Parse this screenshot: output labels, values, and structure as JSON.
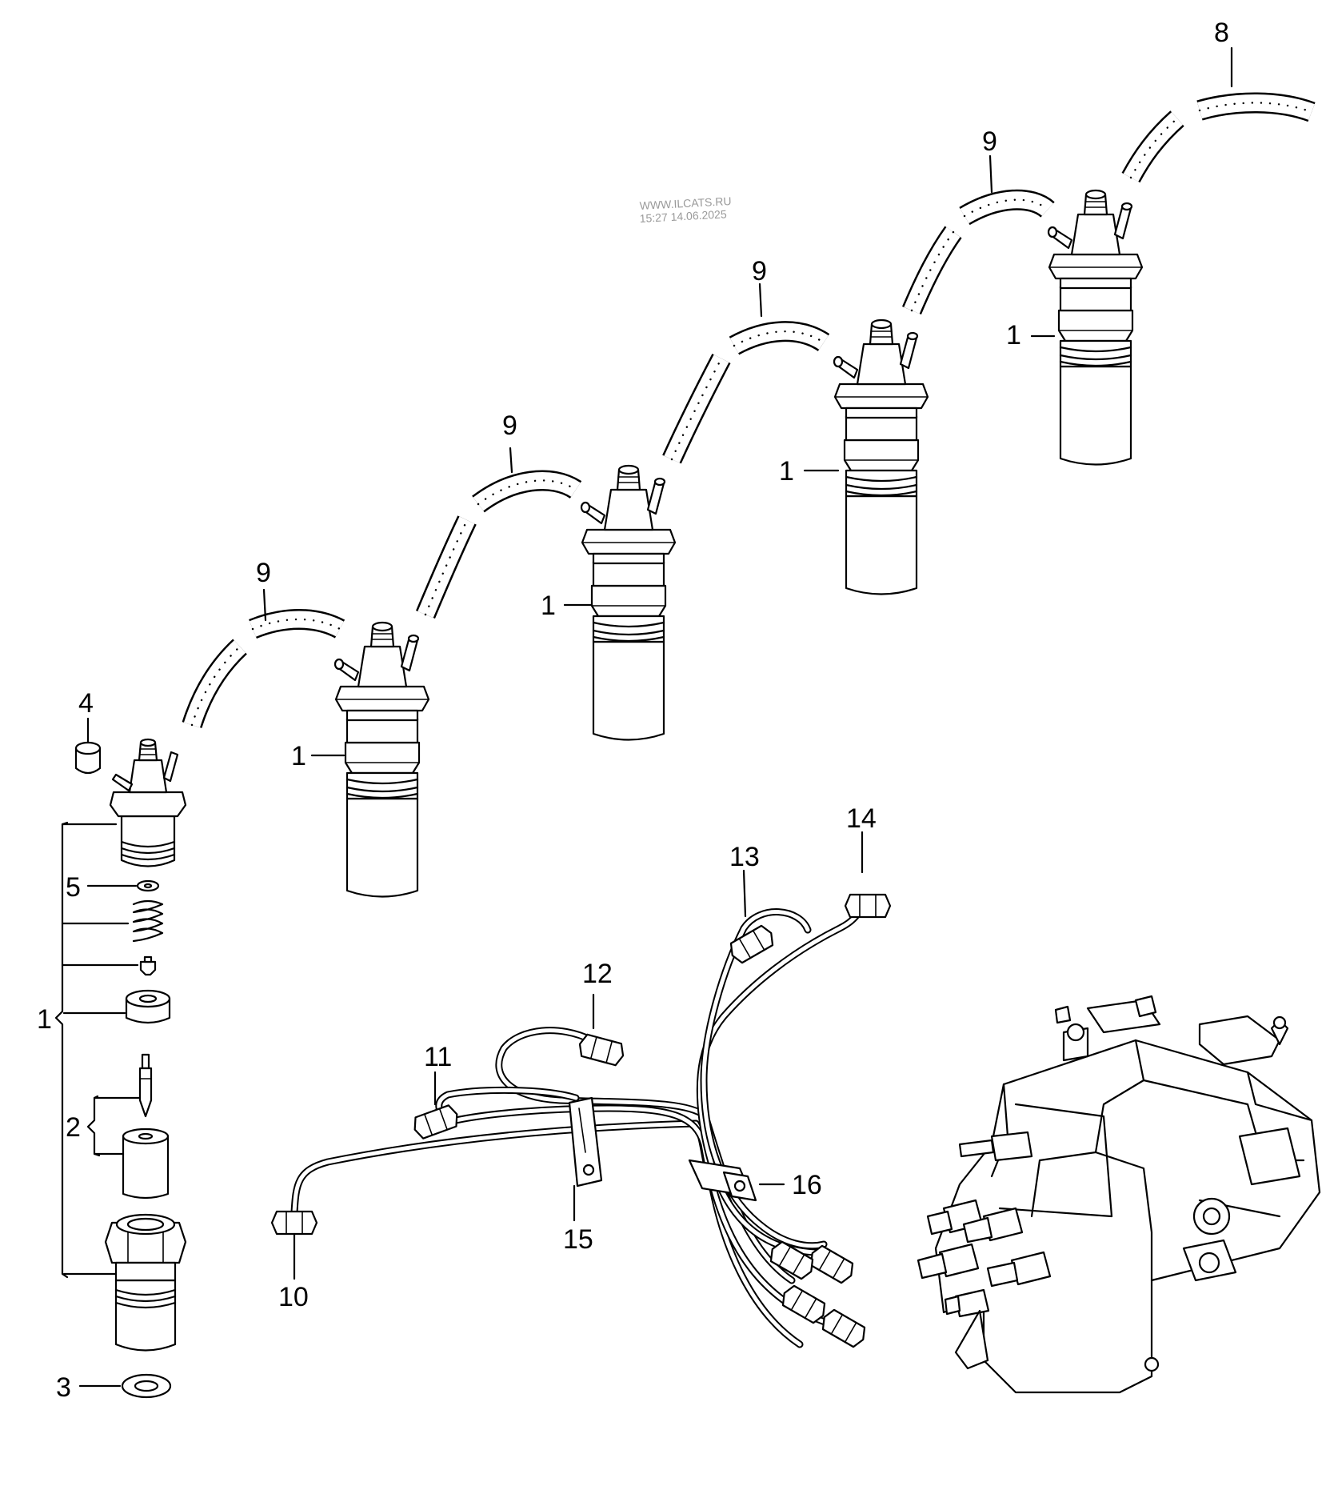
{
  "watermark": {
    "line1": "WWW.ILCATS.RU",
    "line2": "15:27 14.06.2025"
  },
  "callouts": {
    "injector_1": "1",
    "injector_2": "1",
    "injector_3": "1",
    "injector_4": "1",
    "assembly_1": "1",
    "nozzle_2": "2",
    "seal_3": "3",
    "cap_4": "4",
    "washer_5": "5",
    "hose_8": "8",
    "hose_9a": "9",
    "hose_9b": "9",
    "hose_9c": "9",
    "hose_9d": "9",
    "pipe_10": "10",
    "pipe_11": "11",
    "pipe_12": "12",
    "pipe_13": "13",
    "pipe_14": "14",
    "clamp_15": "15",
    "bracket_16": "16"
  }
}
